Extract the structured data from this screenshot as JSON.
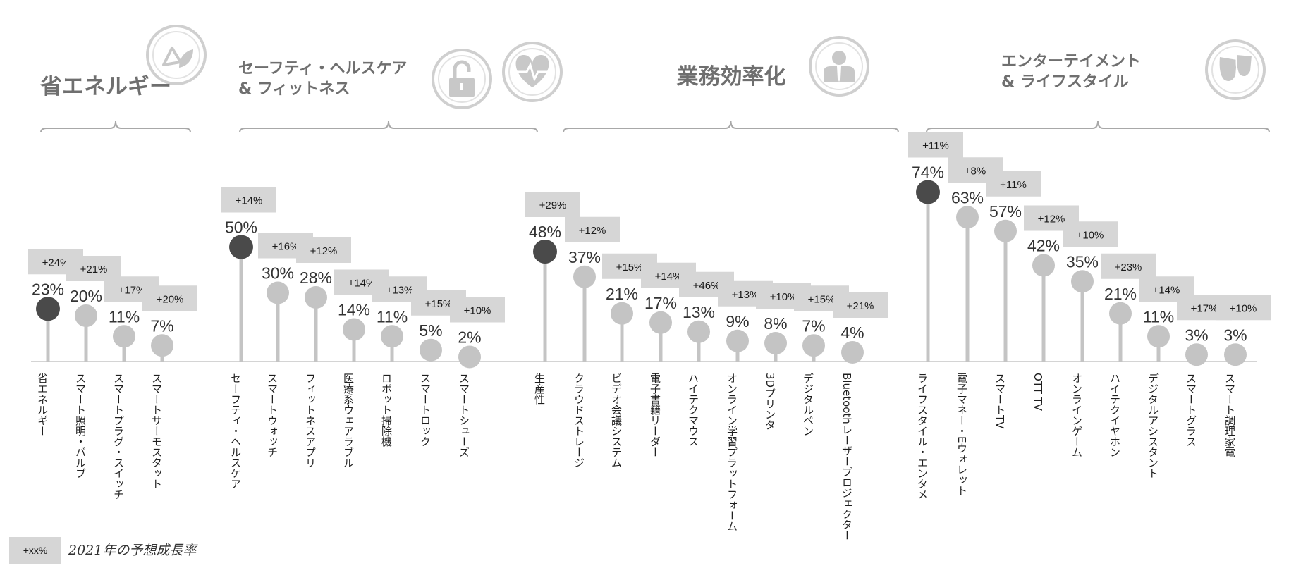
{
  "chart_data": {
    "type": "lollipop",
    "ylim": [
      0,
      80
    ],
    "groups": [
      {
        "name": "省エネルギー",
        "icon": "recycle-leaf-icon",
        "items": [
          {
            "label": "省エネルギー",
            "value": 23,
            "growth": "+24%",
            "highlight": true
          },
          {
            "label": "スマート照明・バルブ",
            "value": 20,
            "growth": "+21%"
          },
          {
            "label": "スマートプラグ・スイッチ",
            "value": 11,
            "growth": "+17%"
          },
          {
            "label": "スマートサーモスタット",
            "value": 7,
            "growth": "+20%"
          }
        ]
      },
      {
        "name": "セーフティ・ヘルスケア\n& フィットネス",
        "icon": "lock-heart-icon",
        "items": [
          {
            "label": "セーフティ・ヘルスケア",
            "value": 50,
            "growth": "+14%",
            "highlight": true
          },
          {
            "label": "スマートウォッチ",
            "value": 30,
            "growth": "+16%"
          },
          {
            "label": "フィットネスアプリ",
            "value": 28,
            "growth": "+12%"
          },
          {
            "label": "医療系ウェアラブル",
            "value": 14,
            "growth": "+14%"
          },
          {
            "label": "ロボット掃除機",
            "value": 11,
            "growth": "+13%"
          },
          {
            "label": "スマートロック",
            "value": 5,
            "growth": "+15%"
          },
          {
            "label": "スマートシューズ",
            "value": 2,
            "growth": "+10%"
          }
        ]
      },
      {
        "name": "業務効率化",
        "icon": "businessman-icon",
        "items": [
          {
            "label": "生産性",
            "value": 48,
            "growth": "+29%",
            "highlight": true
          },
          {
            "label": "クラウドストレージ",
            "value": 37,
            "growth": "+12%"
          },
          {
            "label": "ビデオ会議システム",
            "value": 21,
            "growth": "+15%"
          },
          {
            "label": "電子書籍リーダー",
            "value": 17,
            "growth": "+14%"
          },
          {
            "label": "ハイテクマウス",
            "value": 13,
            "growth": "+46%"
          },
          {
            "label": "オンライン学習プラットフォーム",
            "value": 9,
            "growth": "+13%"
          },
          {
            "label": "3Dプリンタ",
            "value": 8,
            "growth": "+10%"
          },
          {
            "label": "デジタルペン",
            "value": 7,
            "growth": "+15%"
          },
          {
            "label": "Bluetoothレーザープロジェクター",
            "value": 4,
            "growth": "+21%"
          }
        ]
      },
      {
        "name": "エンターテイメント\n& ライフスタイル",
        "icon": "theater-masks-icon",
        "items": [
          {
            "label": "ライフスタイル・エンタメ",
            "value": 74,
            "growth": "+11%",
            "highlight": true
          },
          {
            "label": "電子マネー・Eウォレット",
            "value": 63,
            "growth": "+8%"
          },
          {
            "label": "スマートTV",
            "value": 57,
            "growth": "+11%"
          },
          {
            "label": "OTT TV",
            "value": 42,
            "growth": "+12%"
          },
          {
            "label": "オンラインゲーム",
            "value": 35,
            "growth": "+10%"
          },
          {
            "label": "ハイテクイヤホン",
            "value": 21,
            "growth": "+23%"
          },
          {
            "label": "デジタルアシスタント",
            "value": 11,
            "growth": "+14%"
          },
          {
            "label": "スマートグラス",
            "value": 3,
            "growth": "+17%"
          },
          {
            "label": "スマート調理家電",
            "value": 3,
            "growth": "+10%"
          }
        ]
      }
    ],
    "legend": {
      "key": "+xx%",
      "text": "2021年の予想成長率"
    }
  },
  "colors": {
    "highlight": "#4a4a4a",
    "dot": "#c4c4c4",
    "stem": "#c4c4c4",
    "growth_box": "#d6d6d6",
    "title": "#6f6f6f",
    "icon": "#c8c8c8"
  }
}
